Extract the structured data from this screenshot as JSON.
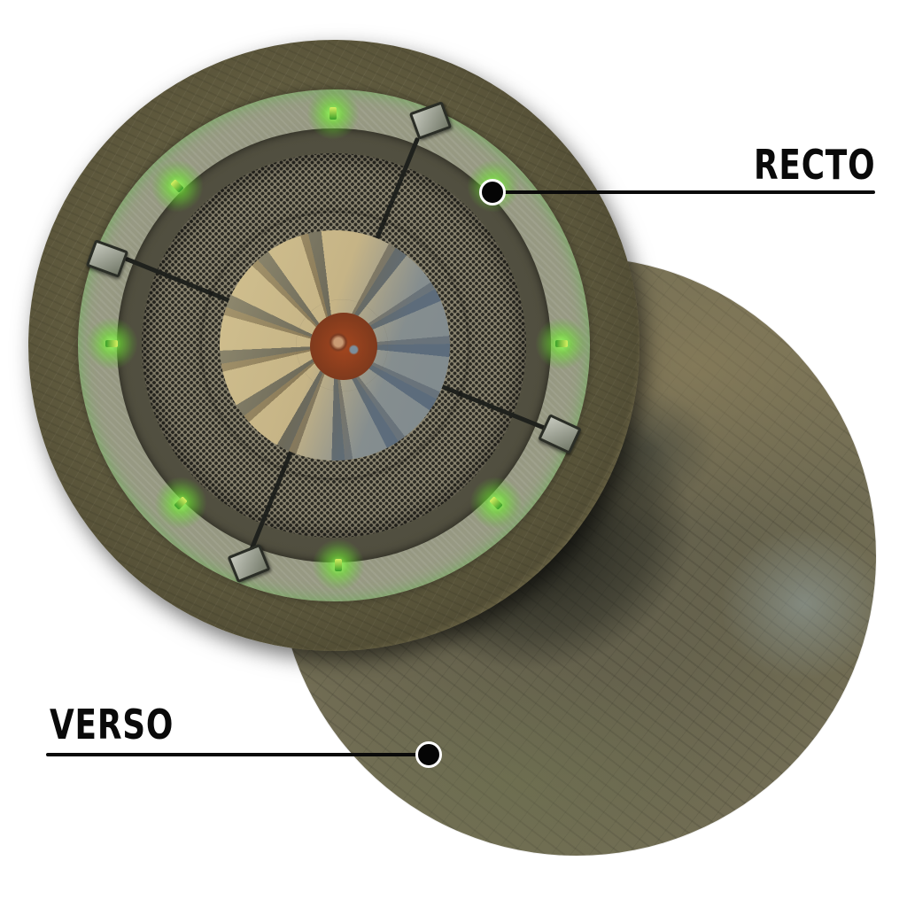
{
  "labels": {
    "recto": "RECTO",
    "verso": "VERSO"
  },
  "tokens": {
    "recto": {
      "description": "Circular game tile front side: industrial ventilation fan with hexagonal mesh grill, four mounting clamps and eight green LED lights on a dirt ground ring",
      "icon": "fan-vent-icon",
      "led_color": "#7CFF3A",
      "led_count": 8,
      "clamp_count": 4
    },
    "verso": {
      "description": "Circular game tile back side: cracked dry earth / rubble crater texture",
      "icon": "cracked-ground-icon"
    }
  },
  "colors": {
    "background": "#ffffff",
    "label_text": "#0a0a0a",
    "callout_line": "#0a0a0a",
    "led_green": "#7CFF3A",
    "ground": "#6b6446",
    "hub_rust": "#a4461e"
  }
}
